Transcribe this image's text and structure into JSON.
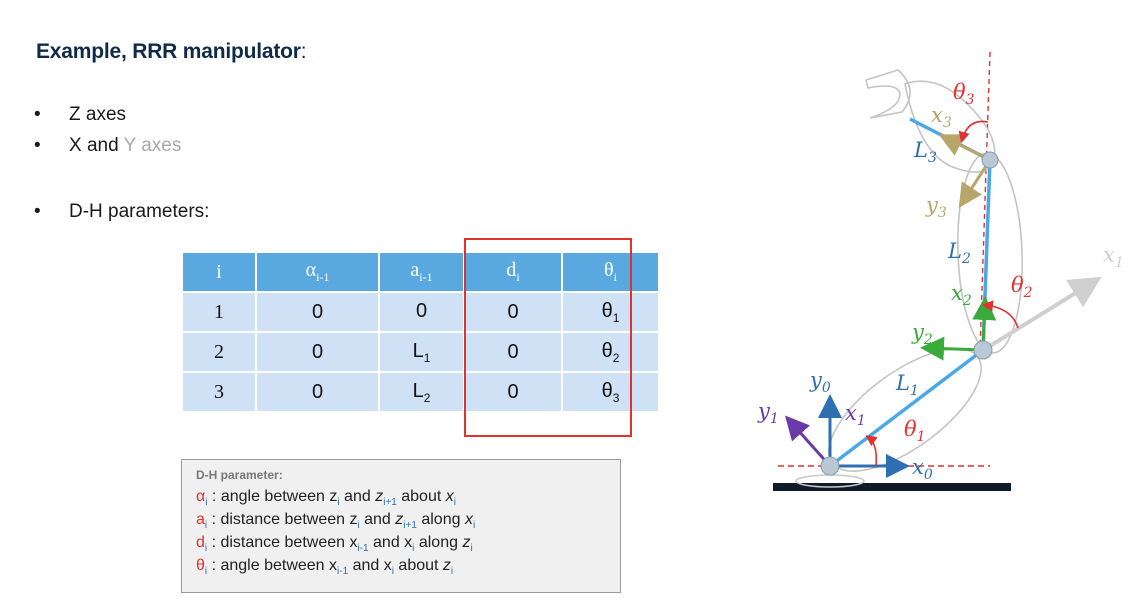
{
  "title": "Example, RRR manipulator",
  "title_suffix": ":",
  "bullets": [
    {
      "text": "Z axes"
    },
    {
      "text_a": "X and ",
      "text_b": "Y axes"
    },
    {
      "text": "D-H parameters:"
    }
  ],
  "bullet_glyph": "•",
  "table": {
    "headers": [
      "i",
      "α",
      "a",
      "d",
      "θ"
    ],
    "header_subs": [
      "",
      "i-1",
      "i-1",
      "i",
      "i"
    ],
    "rows": [
      {
        "i": "1",
        "alpha": "0",
        "a": "0",
        "a_sub": "",
        "d": "0",
        "theta": "θ",
        "theta_sub": "1"
      },
      {
        "i": "2",
        "alpha": "0",
        "a": "L",
        "a_sub": "1",
        "d": "0",
        "theta": "θ",
        "theta_sub": "2"
      },
      {
        "i": "3",
        "alpha": "0",
        "a": "L",
        "a_sub": "2",
        "d": "0",
        "theta": "θ",
        "theta_sub": "3"
      }
    ]
  },
  "legend": {
    "title": "D-H parameter:",
    "lines": [
      {
        "sym": "α",
        "sub": "i",
        "pre": " : angle between ",
        "v1": "z",
        "v1s": "i",
        "mid": " and ",
        "v2": "z",
        "v2s": "i+1",
        "post": " about ",
        "v3": "x",
        "v3s": "i"
      },
      {
        "sym": "a",
        "sub": "i",
        "pre": " : distance between ",
        "v1": "z",
        "v1s": "i",
        "mid": " and ",
        "v2": "z",
        "v2s": "i+1",
        "post": " along ",
        "v3": "x",
        "v3s": "i"
      },
      {
        "sym": "d",
        "sub": "i",
        "pre": " : distance between ",
        "v1": "x",
        "v1s": "i-1",
        "mid": " and ",
        "v2": "x",
        "v2s": "i",
        "post": " along ",
        "v3": "z",
        "v3s": "i"
      },
      {
        "sym": "θ",
        "sub": "i",
        "pre": " : angle between ",
        "v1": "x",
        "v1s": "i-1",
        "mid": " and ",
        "v2": "x",
        "v2s": "i",
        "post": " about ",
        "v3": "z",
        "v3s": "i"
      }
    ]
  },
  "diagram_labels": {
    "theta3": "θ",
    "theta3_sub": "3",
    "x3": "x",
    "x3_sub": "3",
    "L3": "L",
    "L3_sub": "3",
    "y3": "y",
    "y3_sub": "3",
    "L2": "L",
    "L2_sub": "2",
    "x2": "x",
    "x2_sub": "2",
    "theta2": "θ",
    "theta2_sub": "2",
    "x1_far": "x",
    "x1_far_sub": "1",
    "y2": "y",
    "y2_sub": "2",
    "y0": "y",
    "y0_sub": "0",
    "L1": "L",
    "L1_sub": "1",
    "y1": "y",
    "y1_sub": "1",
    "x1": "x",
    "x1_sub": "1",
    "theta1": "θ",
    "theta1_sub": "1",
    "x0": "x",
    "x0_sub": "0"
  },
  "colors": {
    "title": "#0f2a4a",
    "table_header": "#5aa8e0",
    "table_cell": "#cfe1f5",
    "highlight_box": "#e0322f",
    "link": "#4aa8e8",
    "z_axis": "#2d6fb0",
    "x_axis_1": "#6a3aa8",
    "axis_green": "#3aaa3a",
    "axis_gold": "#b8a56a",
    "angle_red": "#e0322f"
  }
}
